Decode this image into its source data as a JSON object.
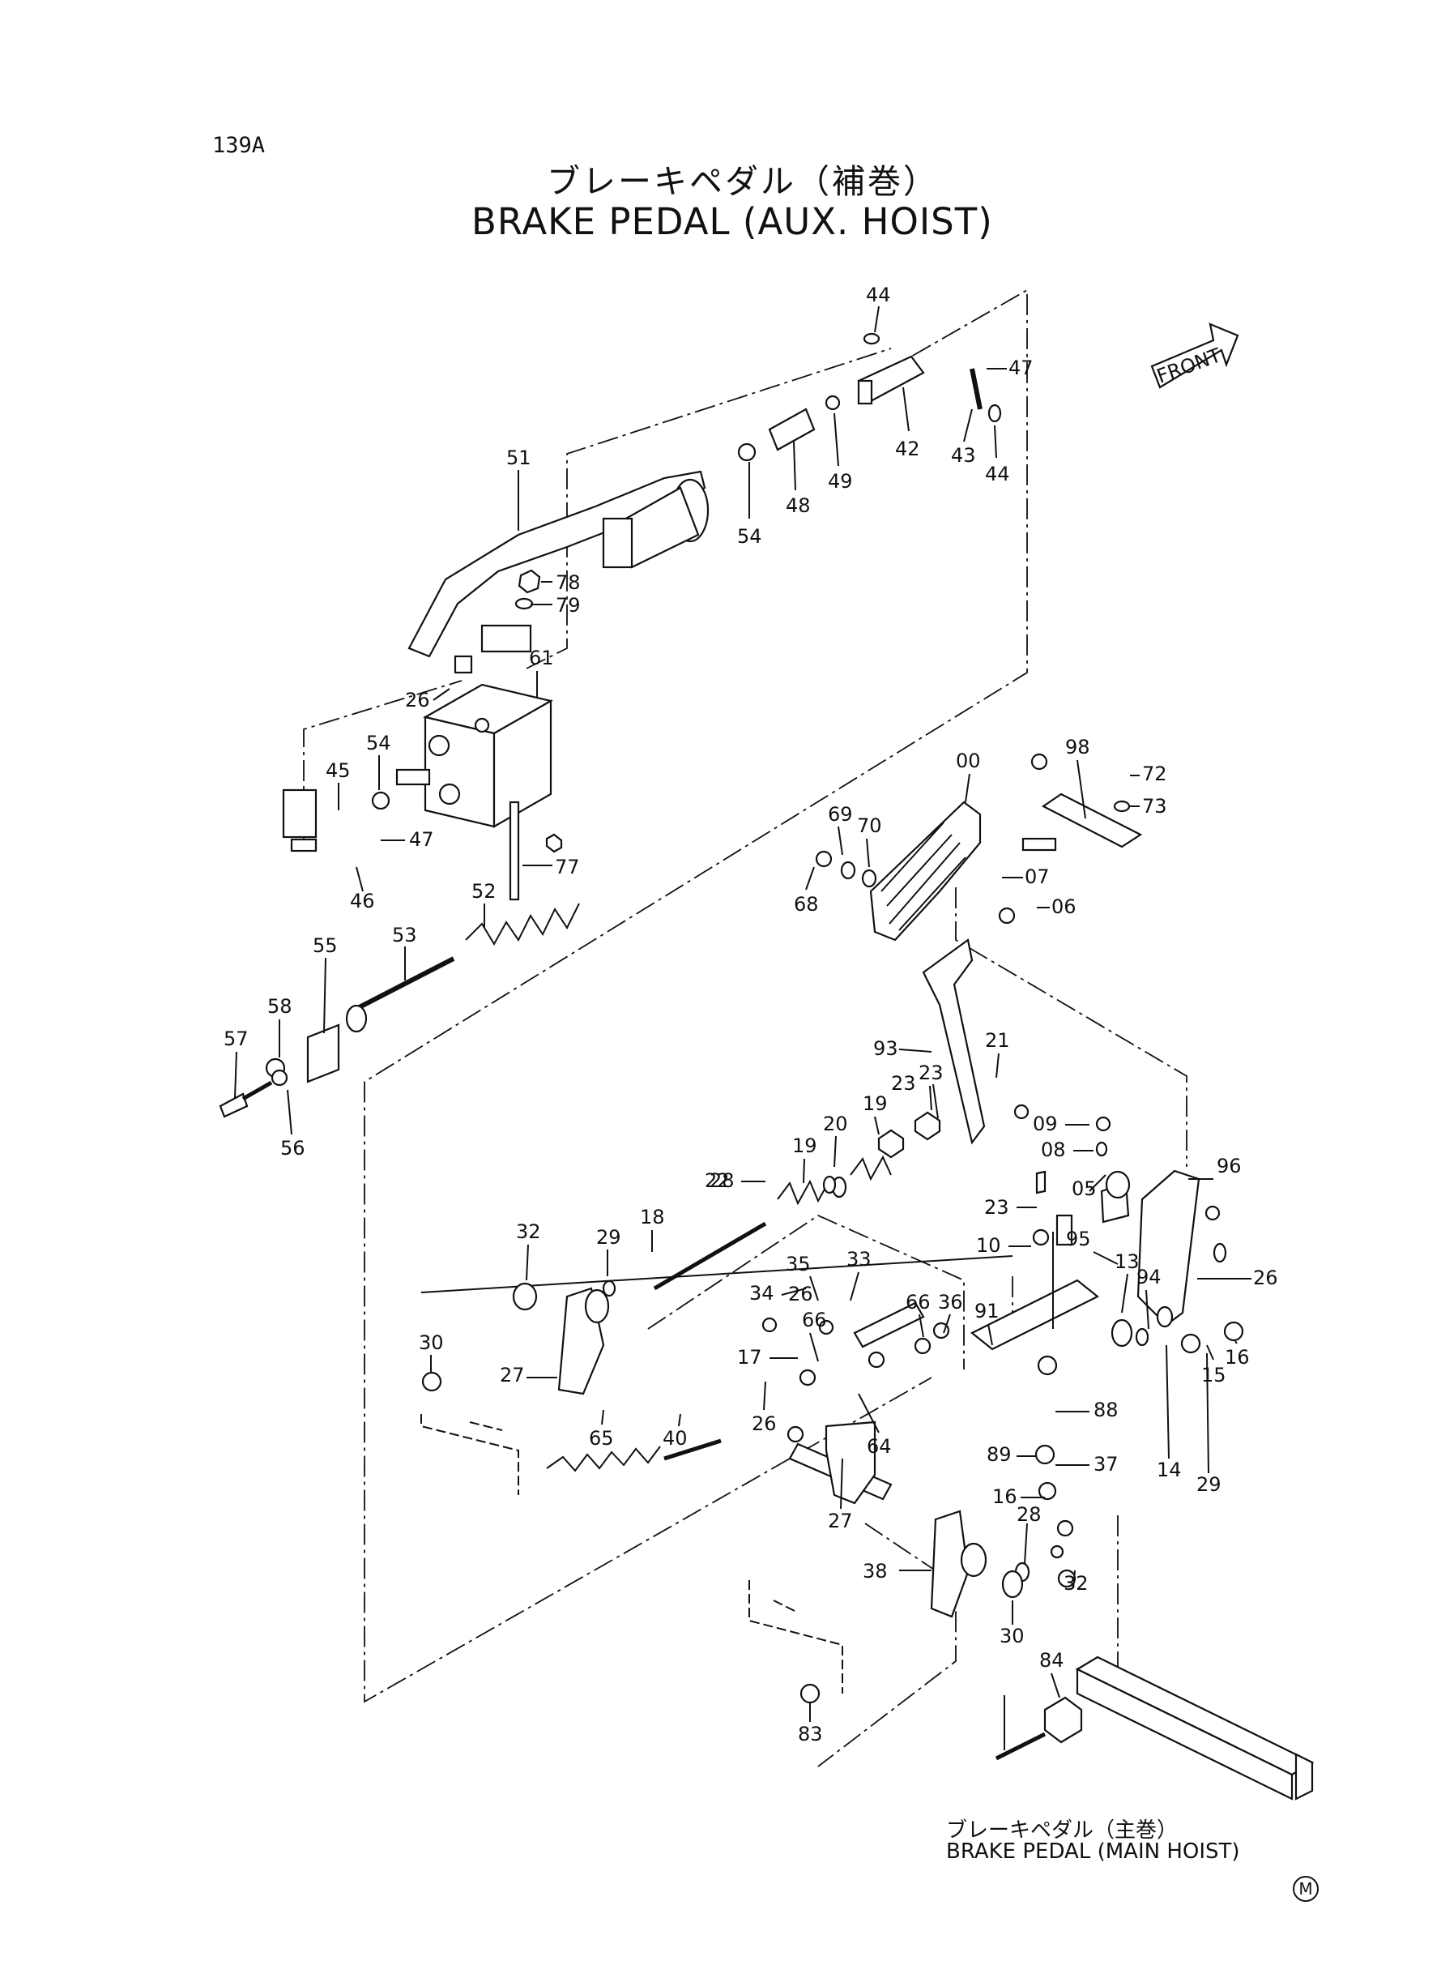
{
  "header": {
    "page_number": "139A",
    "title_jp": "ブレーキペダル（補巻）",
    "title_en": "BRAKE PEDAL (AUX. HOIST)"
  },
  "front_label": "FRONT",
  "callouts": [
    "44",
    "47",
    "42",
    "43",
    "44",
    "51",
    "54",
    "48",
    "49",
    "78",
    "79",
    "26",
    "61",
    "54",
    "45",
    "47",
    "77",
    "46",
    "52",
    "53",
    "55",
    "57",
    "58",
    "56",
    "98",
    "72",
    "73",
    "00",
    "69",
    "70",
    "68",
    "07",
    "06",
    "93",
    "21",
    "23",
    "23",
    "19",
    "20",
    "19",
    "22",
    "28",
    "18",
    "32",
    "29",
    "30",
    "27",
    "35",
    "33",
    "34",
    "26",
    "66",
    "66",
    "36",
    "17",
    "91",
    "23",
    "10",
    "09",
    "08",
    "05",
    "96",
    "95",
    "13",
    "94",
    "26",
    "26",
    "64",
    "65",
    "40",
    "27",
    "38",
    "89",
    "88",
    "37",
    "16",
    "15",
    "16",
    "14",
    "29",
    "28",
    "32",
    "30",
    "83",
    "84"
  ],
  "sub_assembly": {
    "label_jp": "ブレーキペダル（主巻）",
    "label_en": "BRAKE PEDAL (MAIN HOIST)"
  },
  "mark": "M"
}
